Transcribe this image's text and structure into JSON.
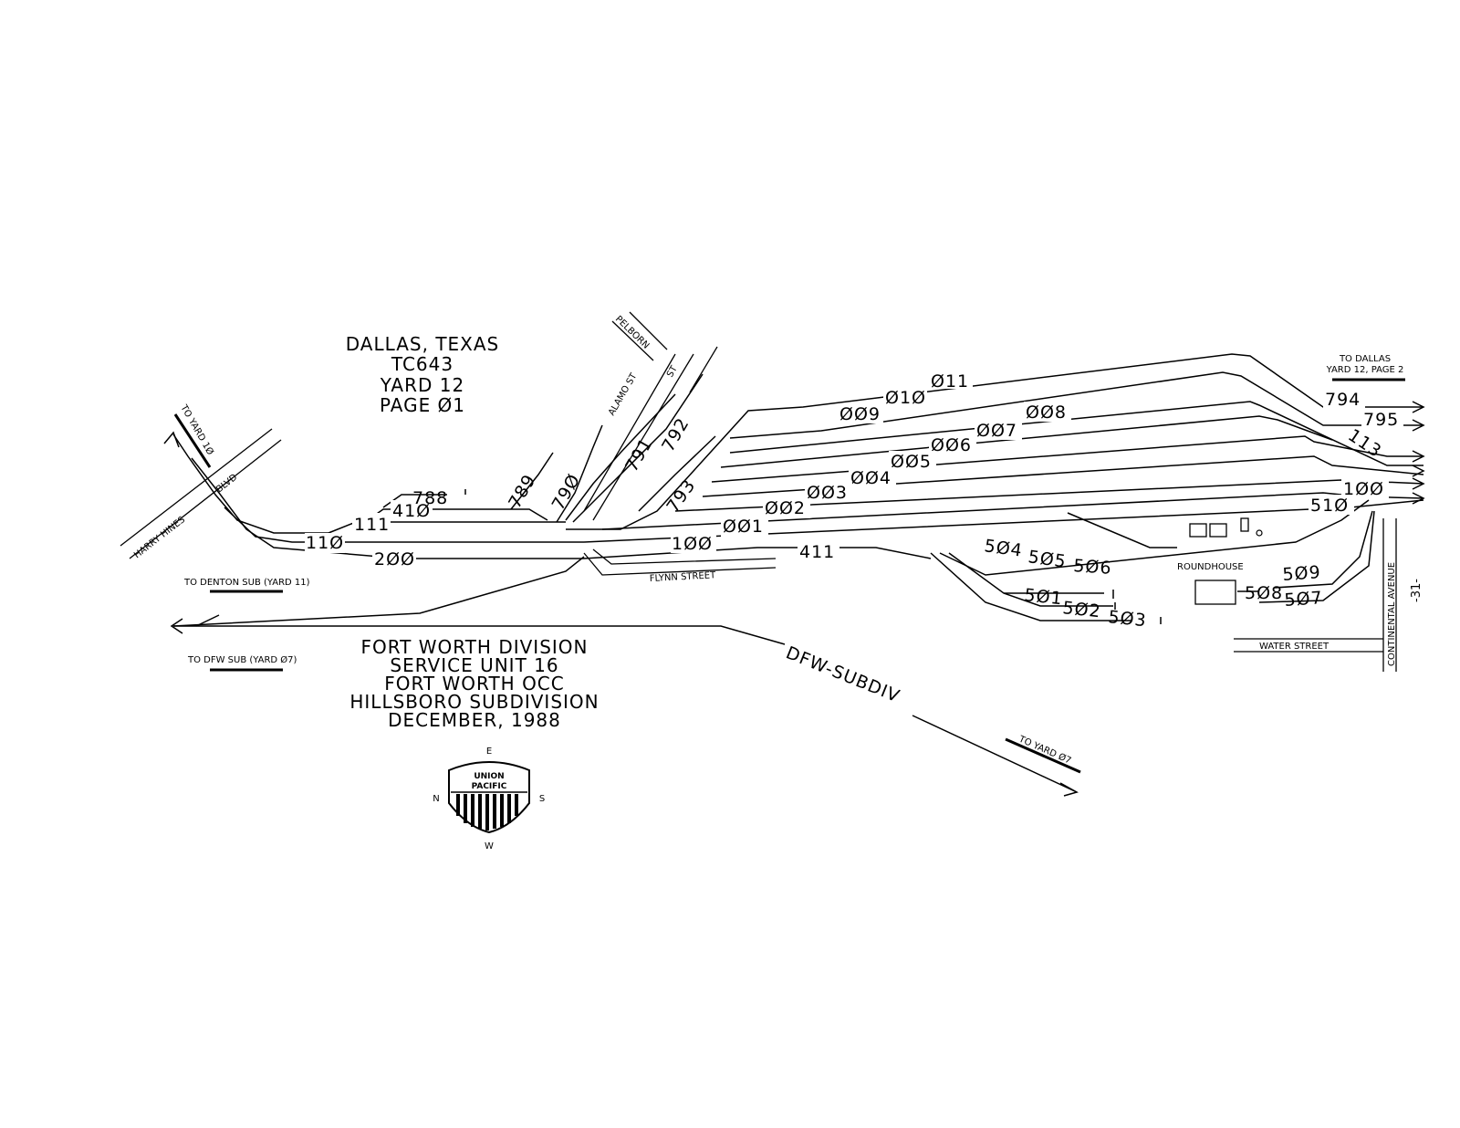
{
  "title": {
    "line1": "DALLAS, TEXAS",
    "line2": "TC643",
    "line3": "YARD 12",
    "line4": "PAGE Ø1"
  },
  "subtitle": {
    "line1": "FORT WORTH DIVISION",
    "line2": "SERVICE UNIT 16",
    "line3": "FORT WORTH OCC",
    "line4": "HILLSBORO SUBDIVISION",
    "line5": "DECEMBER, 1988"
  },
  "page_number": "-31-",
  "subdivision_label": "DFW-SUBDIV",
  "tracks": {
    "t001": "ØØ1",
    "t002": "ØØ2",
    "t003": "ØØ3",
    "t004": "ØØ4",
    "t005": "ØØ5",
    "t006": "ØØ6",
    "t007": "ØØ7",
    "t008": "ØØ8",
    "t009": "ØØ9",
    "t010": "Ø1Ø",
    "t011": "Ø11",
    "t100a": "1ØØ",
    "t100b": "1ØØ",
    "t110": "11Ø",
    "t111": "111",
    "t113": "113",
    "t200": "2ØØ",
    "t410": "41Ø",
    "t411": "411",
    "t501": "5Ø1",
    "t502": "5Ø2",
    "t503": "5Ø3",
    "t504": "5Ø4",
    "t505": "5Ø5",
    "t506": "5Ø6",
    "t507": "5Ø7",
    "t508": "5Ø8",
    "t509": "5Ø9",
    "t510": "51Ø",
    "t788": "788",
    "t789": "789",
    "t790": "79Ø",
    "t791": "791",
    "t792": "792",
    "t793": "793",
    "t794": "794",
    "t795": "795"
  },
  "streets": {
    "harry_hines": "HARRY HINES",
    "blvd": "BLVD",
    "pelborn": "PELBORN",
    "alamo": "ALAMO ST",
    "st": "ST",
    "flynn": "FLYNN STREET",
    "water": "WATER STREET",
    "continental": "CONTINENTAL AVENUE"
  },
  "destinations": {
    "to_yard_10": "TO YARD 1Ø",
    "to_denton": "TO DENTON SUB (YARD 11)",
    "to_dfw_sub": "TO DFW SUB (YARD Ø7)",
    "to_yard_07": "TO YARD Ø7",
    "to_dallas_1": "TO DALLAS",
    "to_dallas_2": "YARD 12, PAGE 2"
  },
  "roundhouse": "ROUNDHOUSE",
  "compass": {
    "north": "N",
    "south": "S",
    "east": "E",
    "west": "W"
  },
  "logo": {
    "line1": "UNION",
    "line2": "PACIFIC"
  }
}
